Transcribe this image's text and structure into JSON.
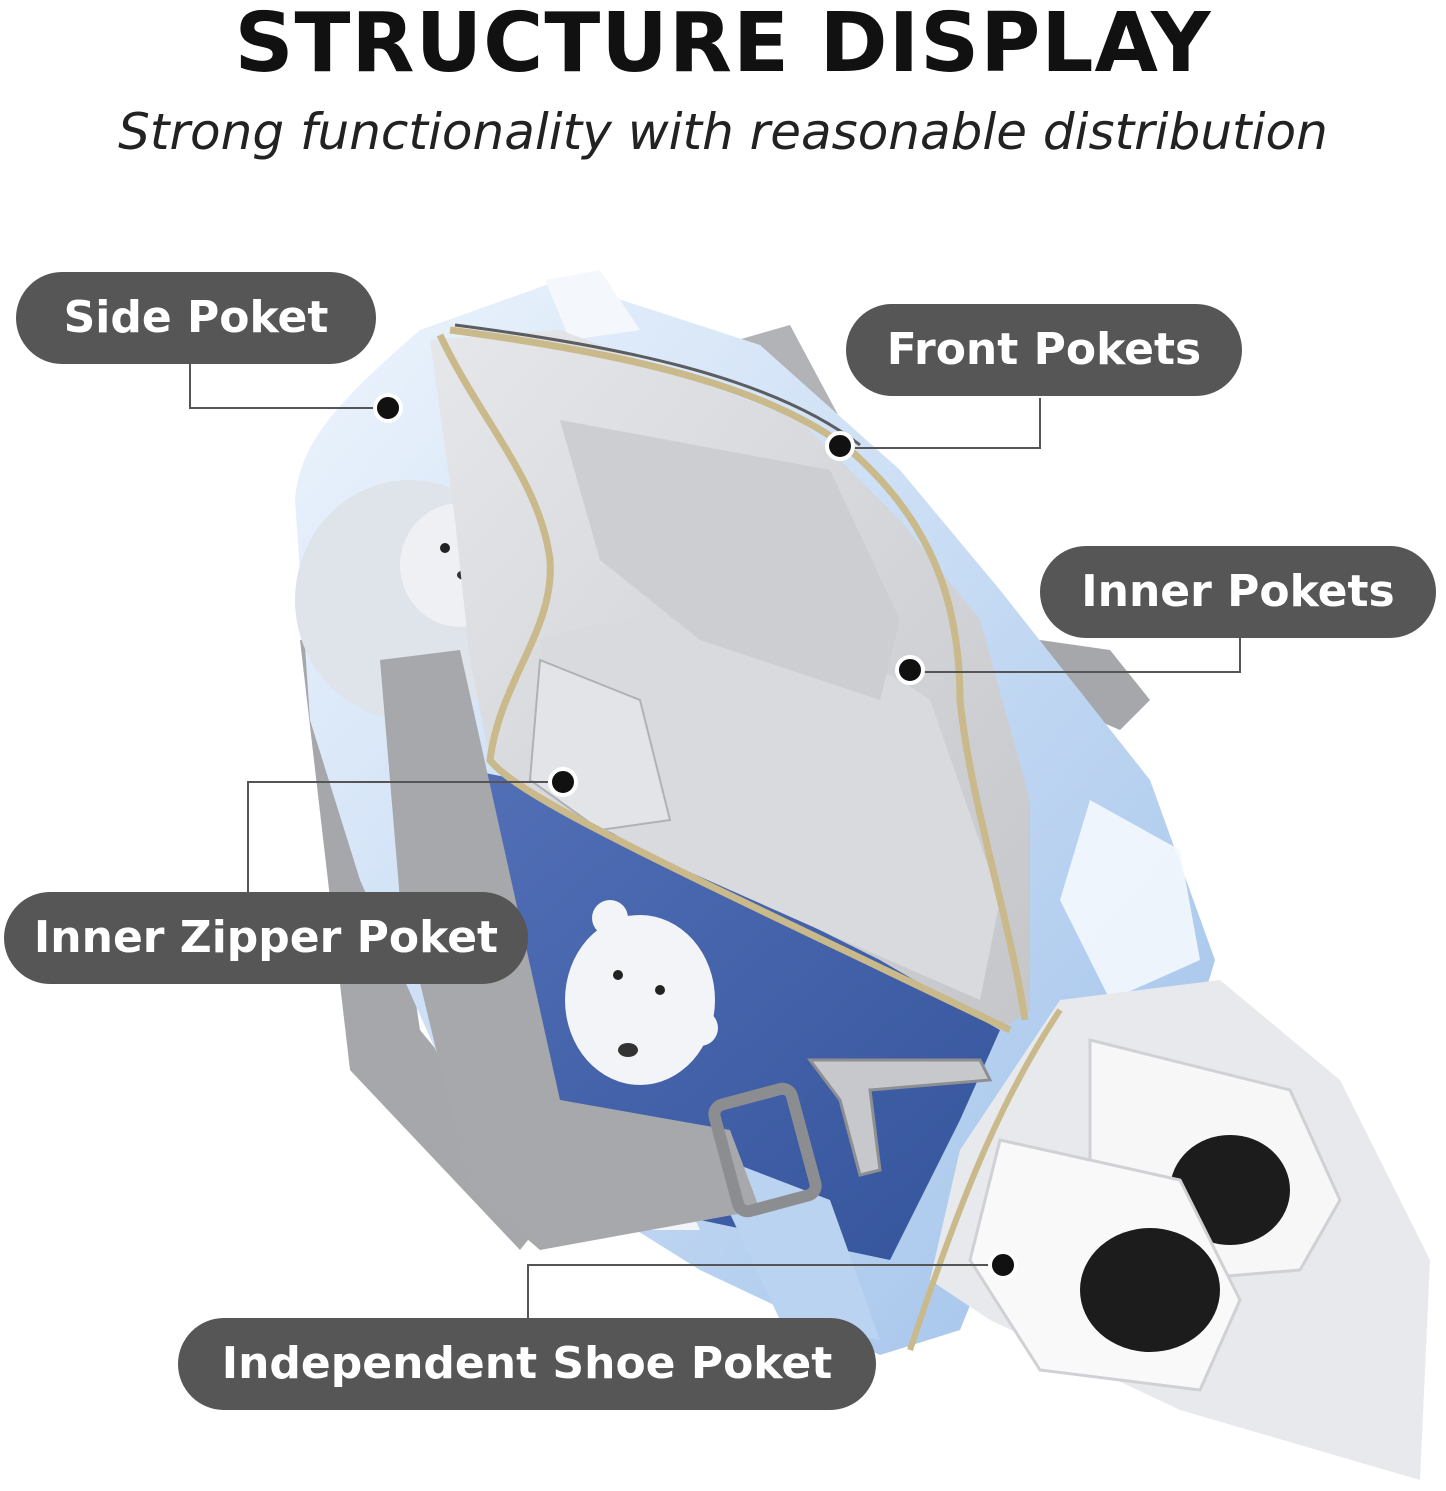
{
  "header": {
    "title": "STRUCTURE DISPLAY",
    "subtitle": "Strong functionality with reasonable distribution"
  },
  "callouts": [
    {
      "label": "Side Poket"
    },
    {
      "label": "Front Pokets"
    },
    {
      "label": "Inner Pokets"
    },
    {
      "label": "Inner Zipper Poket"
    },
    {
      "label": "Independent Shoe Poket"
    }
  ],
  "colors": {
    "label_bg": "#565656",
    "bag_blue": "#3f5fa8",
    "bag_light_blue": "#a9c8ee",
    "lining_gray": "#d2d3d6",
    "strap_gray": "#a9aaad"
  }
}
